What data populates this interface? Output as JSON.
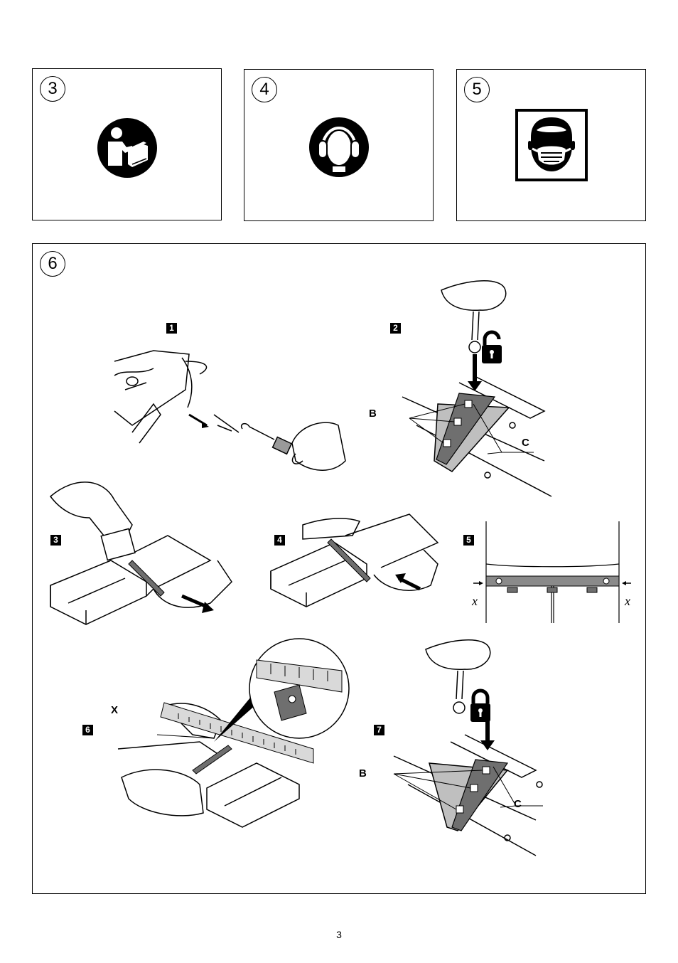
{
  "page": {
    "number": "3"
  },
  "panels": [
    {
      "number": "3",
      "icon": "read-manual-icon"
    },
    {
      "number": "4",
      "icon": "ear-protection-icon"
    },
    {
      "number": "5",
      "icon": "dust-mask-icon"
    }
  ],
  "figure6": {
    "number": "6",
    "steps": [
      "1",
      "2",
      "3",
      "4",
      "5",
      "6",
      "7"
    ],
    "labels": {
      "b": "B",
      "c": "C",
      "x_upper": "X",
      "x_italic": "x"
    }
  },
  "colors": {
    "ink": "#000000",
    "paper": "#ffffff",
    "shade": "#9a9a9a",
    "light": "#d9d9d9"
  }
}
